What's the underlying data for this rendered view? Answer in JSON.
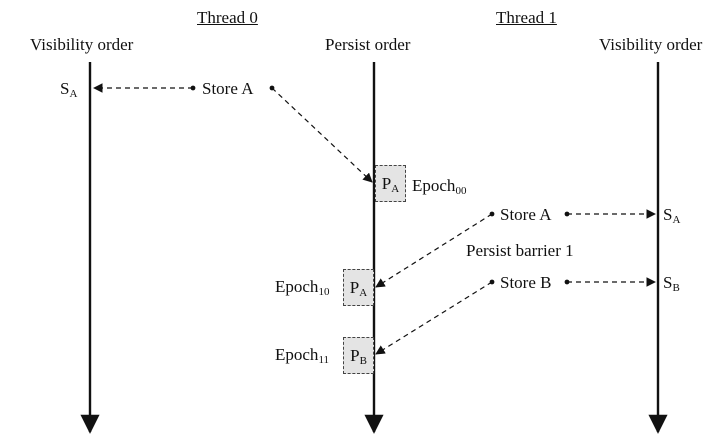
{
  "headers": {
    "thread0": "Thread 0",
    "thread1": "Thread 1",
    "left_axis": "Visibility order",
    "middle_axis": "Persist order",
    "right_axis": "Visibility order"
  },
  "thread0": {
    "store_a": "Store A",
    "vis_a": {
      "base": "S",
      "sub": "A"
    }
  },
  "thread1": {
    "store_a": "Store A",
    "store_b": "Store B",
    "barrier": "Persist barrier 1",
    "vis_a": {
      "base": "S",
      "sub": "A"
    },
    "vis_b": {
      "base": "S",
      "sub": "B"
    }
  },
  "persists": {
    "pa_00": {
      "base": "P",
      "sub": "A",
      "epoch": "Epoch",
      "epoch_sub": "00"
    },
    "pa_10": {
      "base": "P",
      "sub": "A",
      "epoch": "Epoch",
      "epoch_sub": "10"
    },
    "pb_11": {
      "base": "P",
      "sub": "B",
      "epoch": "Epoch",
      "epoch_sub": "11"
    }
  }
}
